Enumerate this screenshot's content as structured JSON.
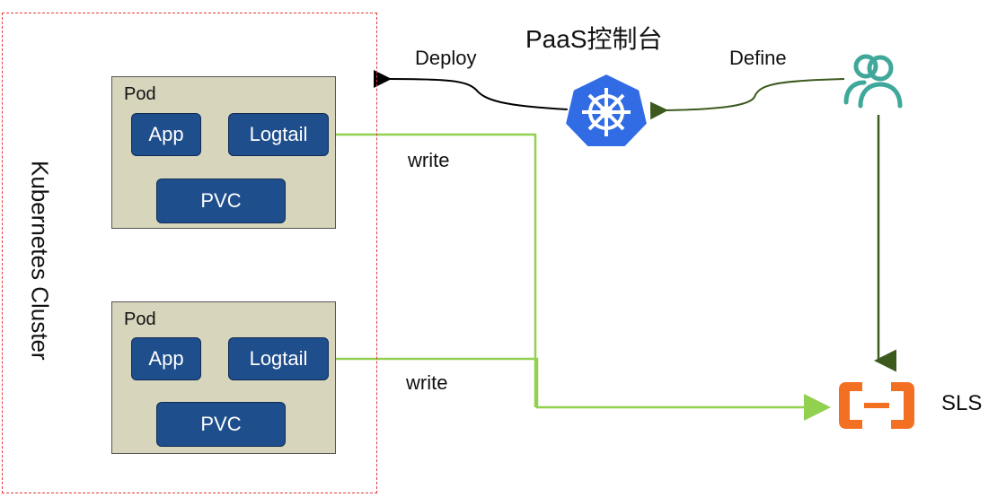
{
  "title": "PaaS控制台",
  "cluster_label": "Kubernetes Cluster",
  "pods": [
    {
      "label": "Pod",
      "app": "App",
      "logtail": "Logtail",
      "pvc": "PVC"
    },
    {
      "label": "Pod",
      "app": "App",
      "logtail": "Logtail",
      "pvc": "PVC"
    }
  ],
  "edges": {
    "deploy": "Deploy",
    "define": "Define",
    "write_1": "write",
    "write_2": "write"
  },
  "sls_label": "SLS",
  "icons": [
    "kubernetes-icon",
    "users-icon",
    "aliyun-sls-icon"
  ],
  "colors": {
    "cluster_border": "#e23b3b",
    "pod_bg": "#d8d5bd",
    "box_bg": "#1f4e8c",
    "write_line": "#92d050",
    "define_line": "#3d5a1e",
    "k8s_blue": "#326ce5",
    "user_teal": "#3fa89a",
    "sls_orange": "#f36f21"
  }
}
